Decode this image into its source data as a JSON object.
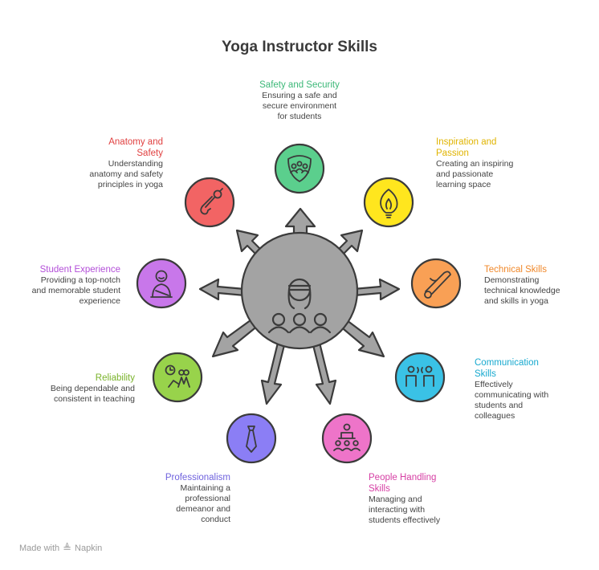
{
  "title": "Yoga Instructor Skills",
  "footer": {
    "made_with": "Made with",
    "brand": "Napkin"
  },
  "skills": [
    {
      "key": "safety",
      "title": "Safety and Security",
      "desc": "Ensuring a safe and secure environment for students",
      "color": "#3cb878",
      "fill": "#5bcf8d",
      "icon": "shield-people-icon"
    },
    {
      "key": "inspiration",
      "title": "Inspiration and Passion",
      "desc": "Creating an inspiring and passionate learning space",
      "color": "#e0b400",
      "fill": "#ffe61e",
      "icon": "flame-bulb-icon"
    },
    {
      "key": "technical",
      "title": "Technical Skills",
      "desc": "Demonstrating technical knowledge and skills in yoga",
      "color": "#f0882a",
      "fill": "#f9a055",
      "icon": "yoga-mat-icon"
    },
    {
      "key": "communication",
      "title": "Communication Skills",
      "desc": "Effectively communicating with students and colleagues",
      "color": "#17a9cf",
      "fill": "#3ac2e6",
      "icon": "conversation-icon"
    },
    {
      "key": "people",
      "title": "People Handling Skills",
      "desc": "Managing and interacting with students effectively",
      "color": "#d63fa4",
      "fill": "#ee74c9",
      "icon": "presenter-audience-icon"
    },
    {
      "key": "professionalism",
      "title": "Professionalism",
      "desc": "Maintaining a professional demeanor and conduct",
      "color": "#6f62de",
      "fill": "#8b7ef5",
      "icon": "necktie-icon"
    },
    {
      "key": "reliability",
      "title": "Reliability",
      "desc": "Being dependable and consistent in teaching",
      "color": "#7ab32b",
      "fill": "#98d34b",
      "icon": "clock-people-icon"
    },
    {
      "key": "student",
      "title": "Student Experience",
      "desc": "Providing a top-notch and memorable student experience",
      "color": "#b34fd8",
      "fill": "#c877ea",
      "icon": "meditating-person-icon"
    },
    {
      "key": "anatomy",
      "title": "Anatomy and Safety",
      "desc": "Understanding anatomy and safety principles in yoga",
      "color": "#e04040",
      "fill": "#f26464",
      "icon": "bone-joint-icon"
    }
  ]
}
